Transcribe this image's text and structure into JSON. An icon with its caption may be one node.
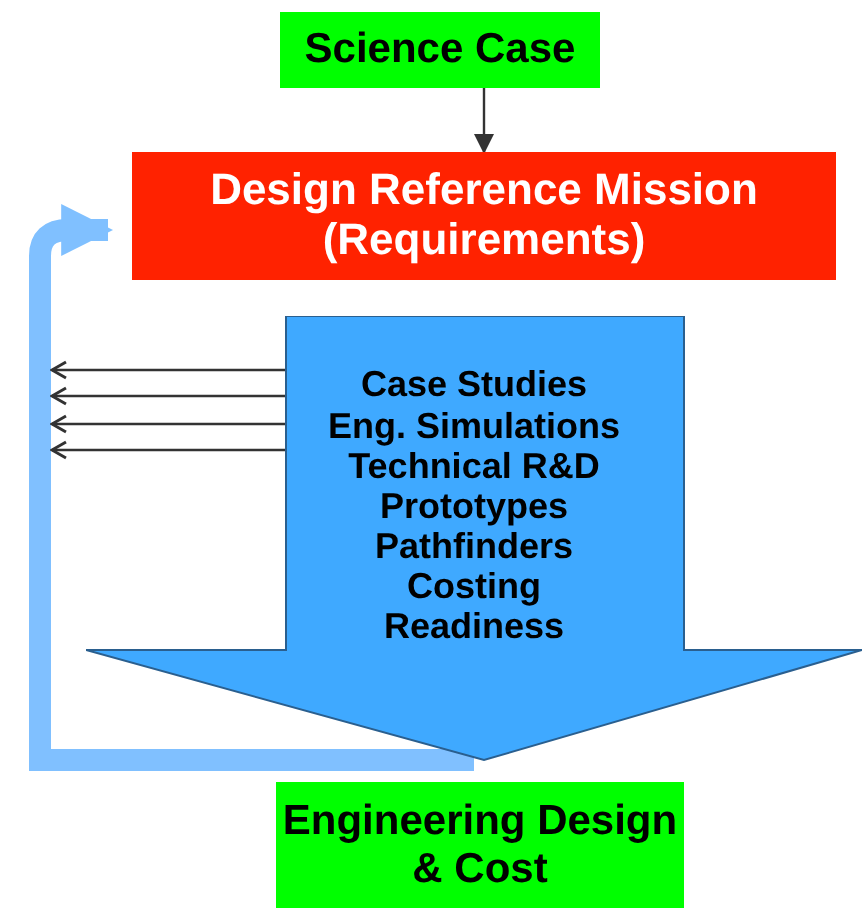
{
  "diagram": {
    "nodes": [
      {
        "text": [
          "Science Case"
        ]
      },
      {
        "text": [
          "Design Reference Mission",
          "(Requirements)"
        ]
      },
      {
        "text": [
          "Case Studies",
          "Eng. Simulations",
          "Technical R&D",
          "Prototypes",
          "Pathfinders",
          "Costing",
          "Readiness"
        ]
      },
      {
        "text": [
          "Engineering Design & Cost"
        ]
      }
    ],
    "edges": [
      {
        "from": 0,
        "to": 1,
        "arrow": "to"
      },
      {
        "from": 2,
        "to": 1,
        "arrow": "to",
        "style": "thick",
        "color": "#80c0ff"
      },
      {
        "from": 2,
        "to": null,
        "arrow": "to"
      },
      {
        "from": 2,
        "to": null,
        "arrow": "to"
      },
      {
        "from": 2,
        "to": null,
        "arrow": "to"
      },
      {
        "from": 2,
        "to": null,
        "arrow": "to"
      }
    ]
  }
}
